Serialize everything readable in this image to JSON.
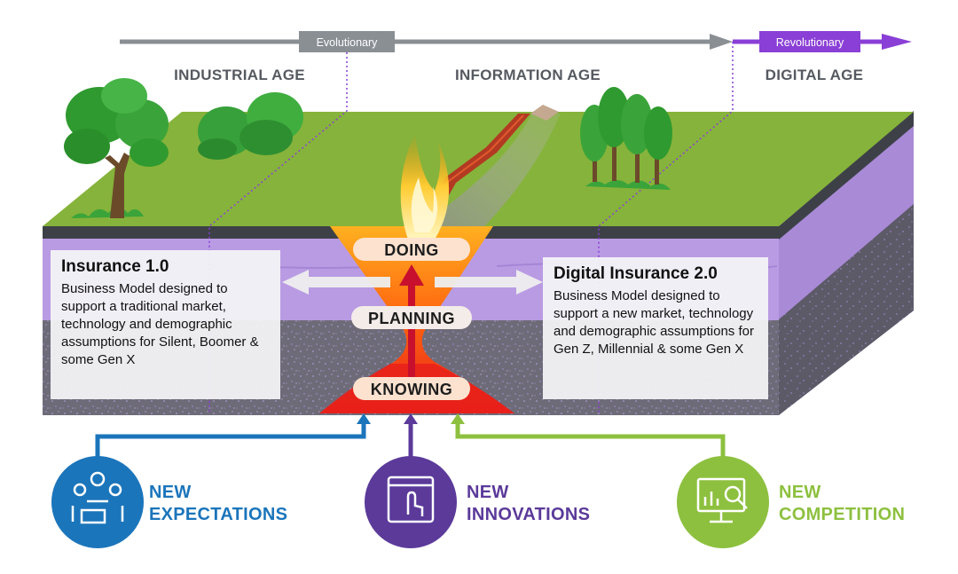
{
  "timeline": {
    "evolutionary_tag": "Evolutionary",
    "revolutionary_tag": "Revolutionary",
    "ages": [
      "INDUSTRIAL AGE",
      "INFORMATION AGE",
      "DIGITAL AGE"
    ],
    "gray_color": "#8a8f94",
    "purple_color": "#8a3fd6"
  },
  "stages": {
    "top": "DOING",
    "middle": "PLANNING",
    "bottom": "KNOWING"
  },
  "left_card": {
    "title": "Insurance 1.0",
    "body": "Business Model designed to support a traditional market, technology and demographic assumptions for Silent, Boomer & some Gen X"
  },
  "right_card": {
    "title": "Digital Insurance 2.0",
    "body": "Business Model designed to support a new market, technology and demographic assumptions for Gen Z, Millennial & some Gen X"
  },
  "drivers": [
    {
      "line1": "NEW",
      "line2": "EXPECTATIONS",
      "color": "#1b75bb",
      "icon": "people-meeting-icon"
    },
    {
      "line1": "NEW",
      "line2": "INNOVATIONS",
      "color": "#5b3a9a",
      "icon": "touch-screen-icon"
    },
    {
      "line1": "NEW",
      "line2": "COMPETITION",
      "color": "#8dc03f",
      "icon": "analytics-icon"
    }
  ]
}
